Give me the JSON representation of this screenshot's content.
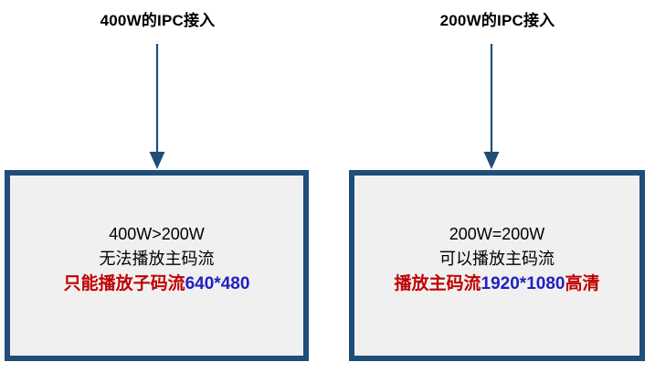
{
  "diagram": {
    "type": "comparison-flow",
    "colors": {
      "box_border": "#1F4E79",
      "box_fill": "#F0F0F0",
      "arrow": "#1F4E79",
      "text_black": "#000000",
      "text_red": "#C00000",
      "text_blue": "#2020C0"
    },
    "columns": [
      {
        "id": "left",
        "title": "400W的IPC接入",
        "arrow_icon": "down-arrow-icon",
        "box": {
          "line1": "400W>200W",
          "line2": "无法播放主码流",
          "line3": {
            "prefix_red": "只能播放子码流",
            "middle_blue": "640*480",
            "suffix_red": ""
          }
        }
      },
      {
        "id": "right",
        "title": "200W的IPC接入",
        "arrow_icon": "down-arrow-icon",
        "box": {
          "line1": "200W=200W",
          "line2": "可以播放主码流",
          "line3": {
            "prefix_red": "播放主码流",
            "middle_blue": "1920*1080",
            "suffix_red": "高清"
          }
        }
      }
    ]
  }
}
